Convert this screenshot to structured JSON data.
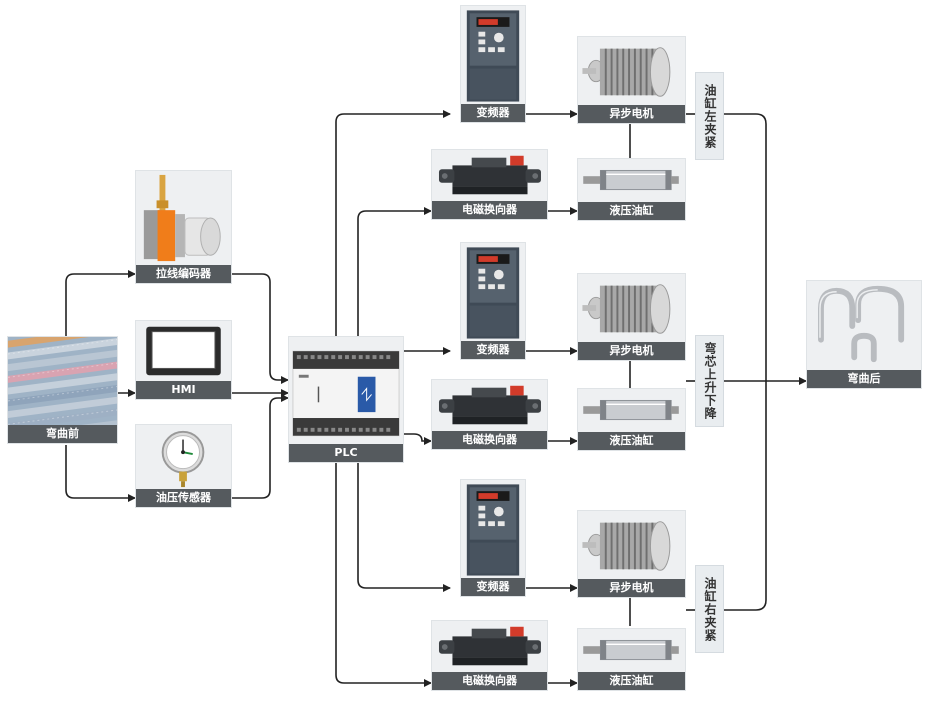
{
  "colors": {
    "caption_bg": "#555a5e",
    "wire": "#222222",
    "node_bg": "#eef0f2"
  },
  "inputs": {
    "before": "弯曲前",
    "encoder": "拉线编码器",
    "hmi": "HMI",
    "pressure_sensor": "油压传感器"
  },
  "controller": {
    "plc": "PLC"
  },
  "groups": [
    {
      "vfd": "变频器",
      "motor": "异步电机",
      "valve": "电磁换向器",
      "cylinder": "液压油缸",
      "action": "油缸左夹紧"
    },
    {
      "vfd": "变频器",
      "motor": "异步电机",
      "valve": "电磁换向器",
      "cylinder": "液压油缸",
      "action": "弯芯上升下降"
    },
    {
      "vfd": "变频器",
      "motor": "异步电机",
      "valve": "电磁换向器",
      "cylinder": "液压油缸",
      "action": "油缸右夹紧"
    }
  ],
  "output": {
    "after": "弯曲后"
  },
  "icons": [
    "rebar-photo",
    "encoder-icon",
    "hmi-screen-icon",
    "pressure-gauge-icon",
    "plc-icon",
    "vfd-icon",
    "motor-icon",
    "solenoid-valve-icon",
    "hydraulic-cylinder-icon",
    "bent-rebar-icon"
  ]
}
